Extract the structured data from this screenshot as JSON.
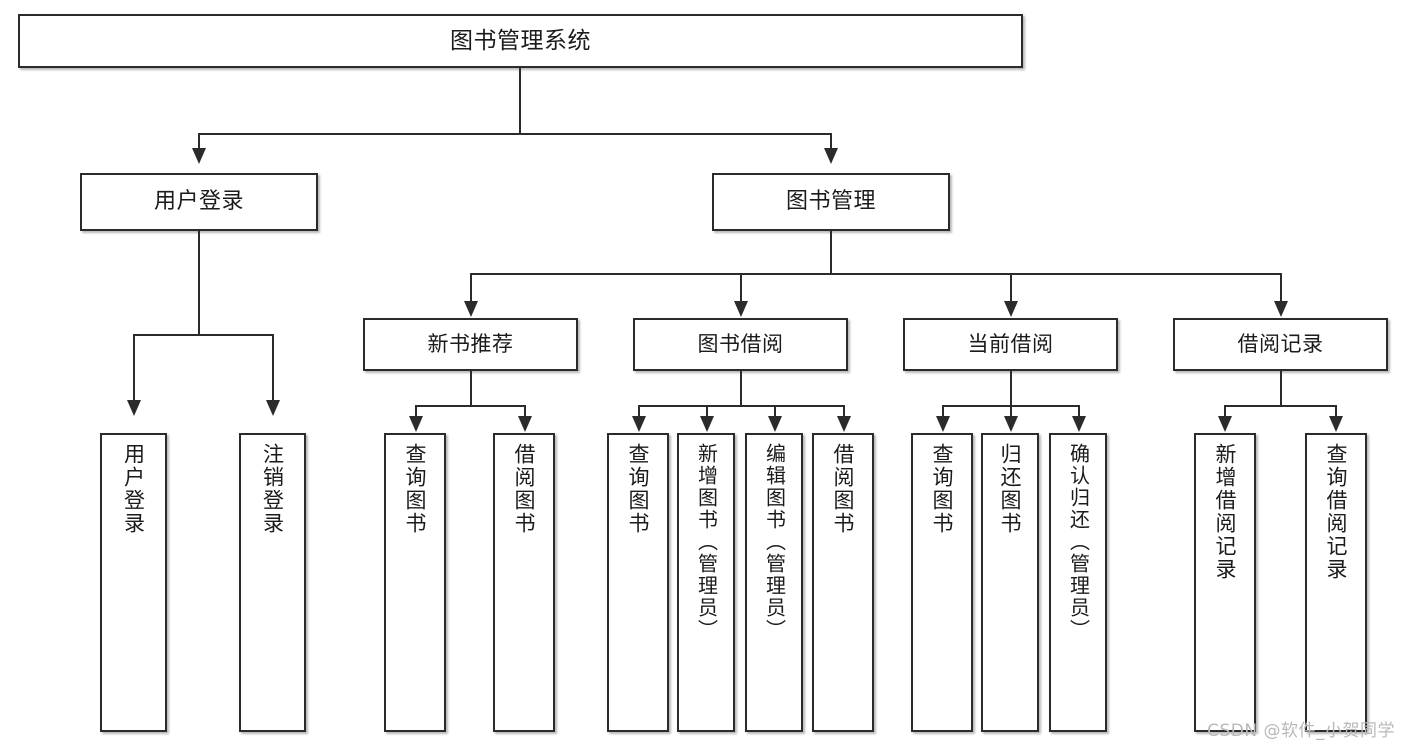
{
  "diagram": {
    "title": "图书管理系统",
    "type": "tree",
    "root": {
      "id": "root",
      "label": "图书管理系统"
    },
    "level1": [
      {
        "id": "user-login",
        "label": "用户登录"
      },
      {
        "id": "book-manage",
        "label": "图书管理"
      }
    ],
    "level2": [
      {
        "id": "new-book-rec",
        "label": "新书推荐"
      },
      {
        "id": "book-borrow",
        "label": "图书借阅"
      },
      {
        "id": "current-borrow",
        "label": "当前借阅"
      },
      {
        "id": "borrow-record",
        "label": "借阅记录"
      }
    ],
    "leaves": [
      {
        "id": "leaf-user-login",
        "label": "用户登录",
        "parent": "user-login"
      },
      {
        "id": "leaf-user-logout",
        "label": "注销登录",
        "parent": "user-login"
      },
      {
        "id": "leaf-query-book-1",
        "label": "查询图书",
        "parent": "new-book-rec"
      },
      {
        "id": "leaf-borrow-book-1",
        "label": "借阅图书",
        "parent": "new-book-rec"
      },
      {
        "id": "leaf-query-book-2",
        "label": "查询图书",
        "parent": "book-borrow"
      },
      {
        "id": "leaf-add-book",
        "label": "新增图书（管理员）",
        "parent": "book-borrow"
      },
      {
        "id": "leaf-edit-book",
        "label": "编辑图书（管理员）",
        "parent": "book-borrow"
      },
      {
        "id": "leaf-borrow-book-2",
        "label": "借阅图书",
        "parent": "book-borrow"
      },
      {
        "id": "leaf-query-book-3",
        "label": "查询图书",
        "parent": "current-borrow"
      },
      {
        "id": "leaf-return-book",
        "label": "归还图书",
        "parent": "current-borrow"
      },
      {
        "id": "leaf-confirm-return",
        "label": "确认归还（管理员）",
        "parent": "current-borrow"
      },
      {
        "id": "leaf-add-record",
        "label": "新增借阅记录",
        "parent": "borrow-record"
      },
      {
        "id": "leaf-query-record",
        "label": "查询借阅记录",
        "parent": "borrow-record"
      }
    ],
    "colors": {
      "border": "#2b2b2b",
      "background": "#ffffff",
      "text": "#1b1b1b",
      "watermark": "#b9b9b9"
    }
  },
  "watermark": {
    "text": "CSDN @软件_小贺同学"
  }
}
